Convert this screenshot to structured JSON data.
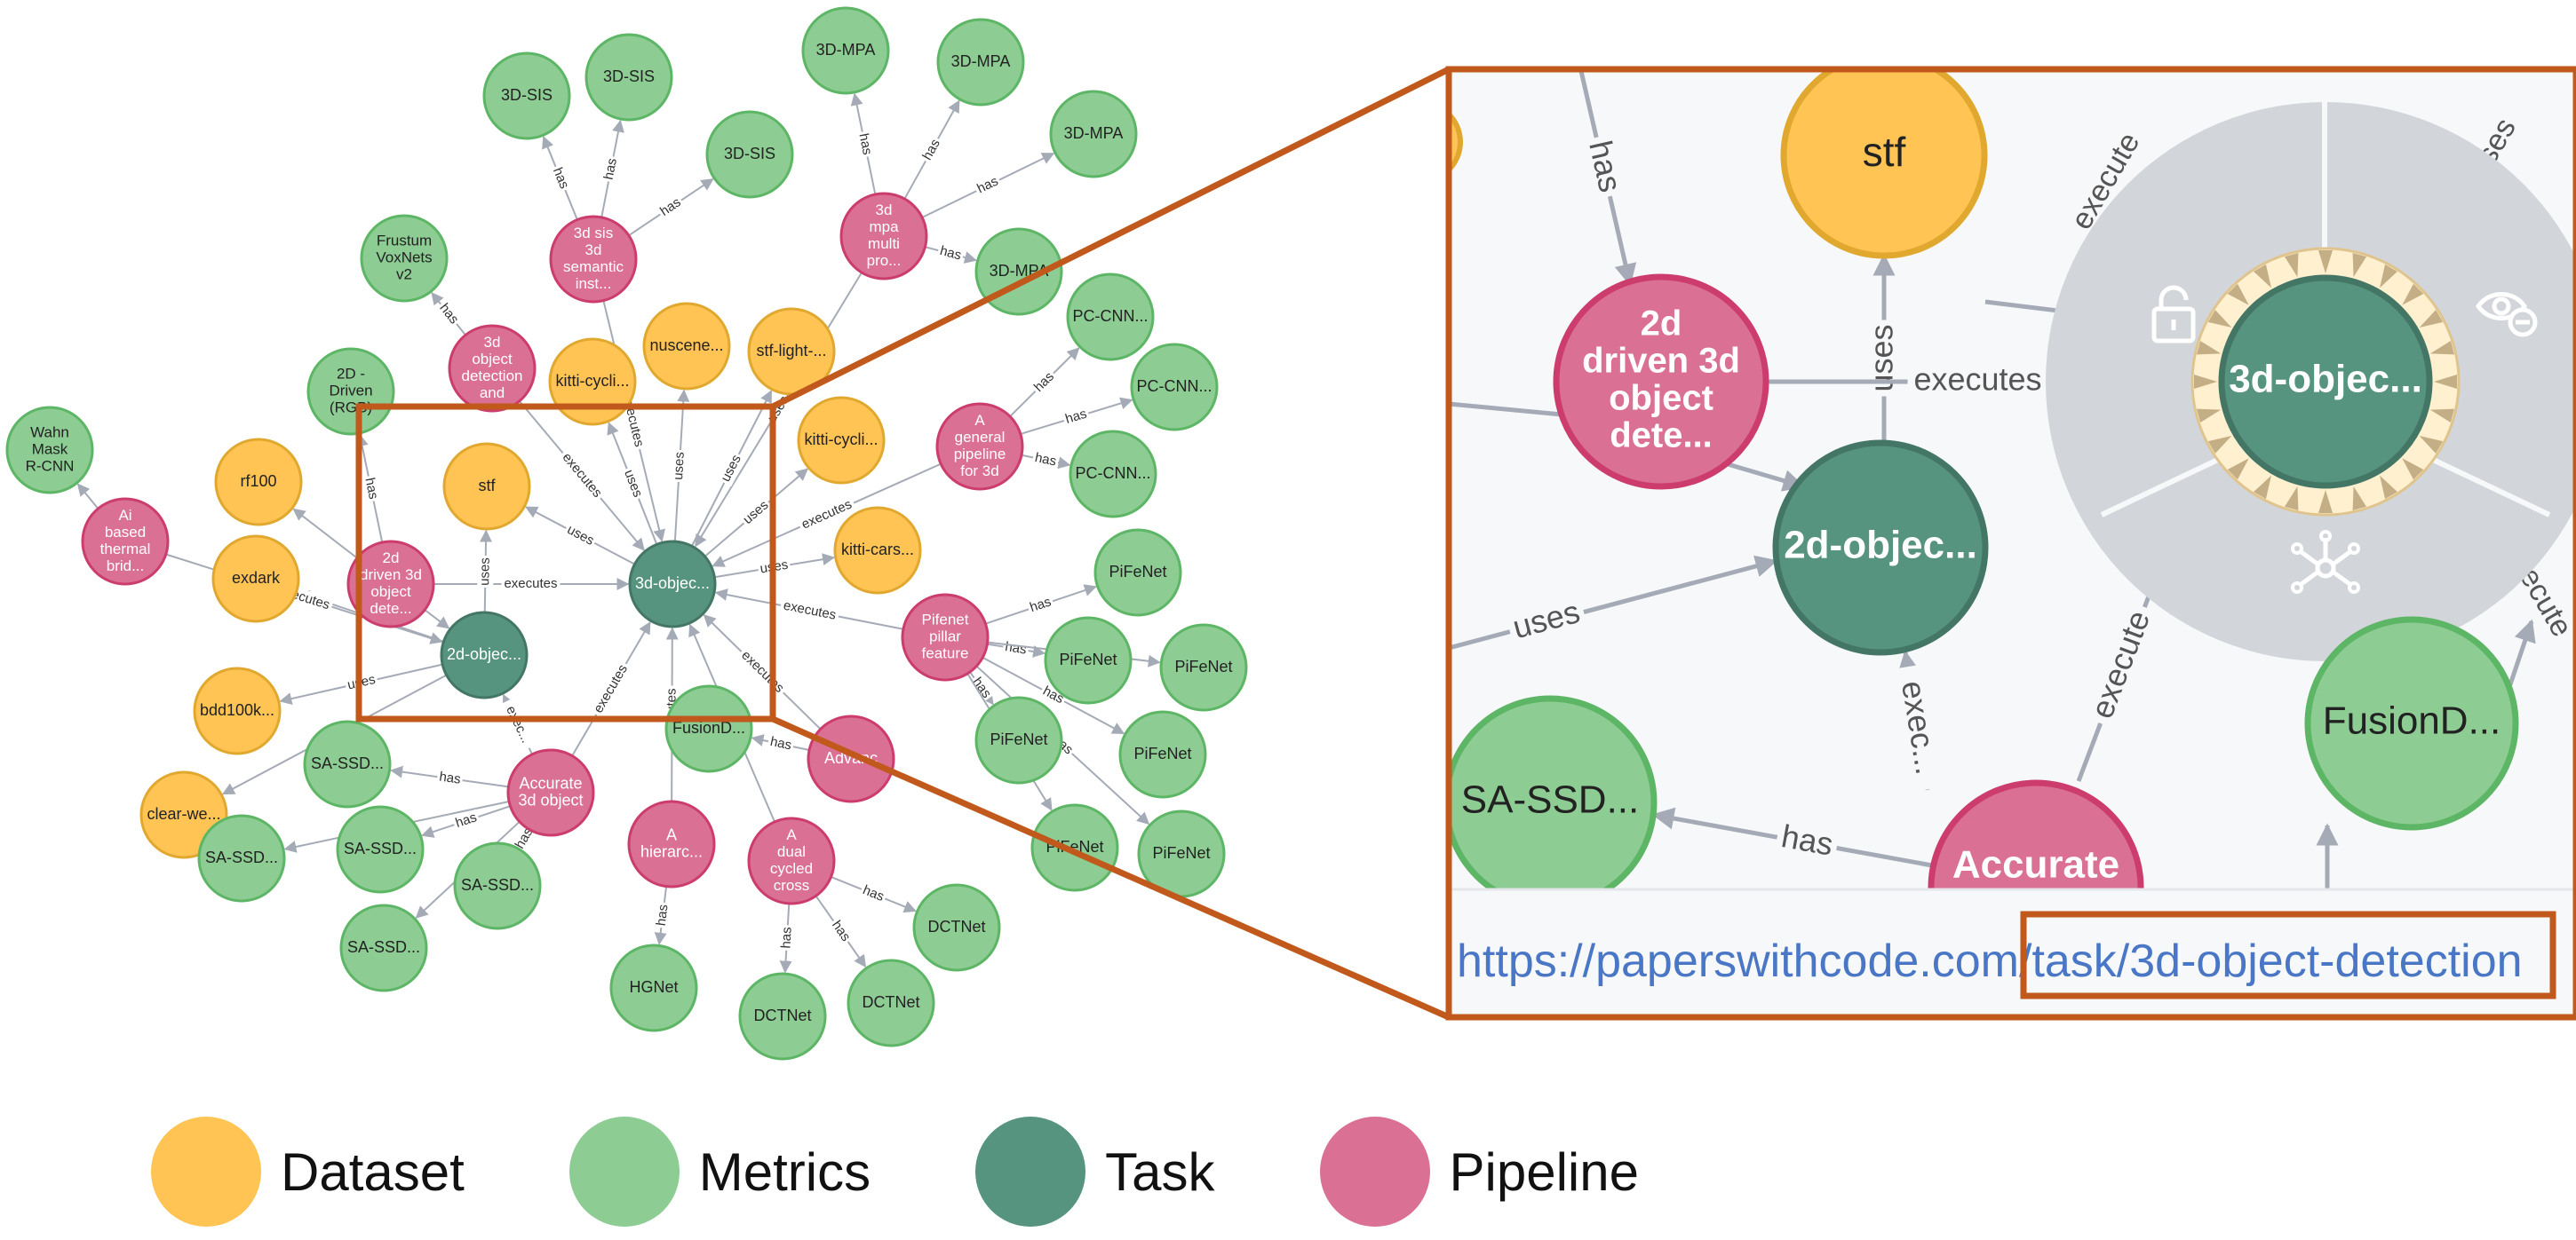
{
  "colors": {
    "dataset": "#FFC454",
    "dataset_stroke": "#E0A82E",
    "metrics": "#8DCC93",
    "metrics_stroke": "#5DB665",
    "task": "#569480",
    "task_stroke": "#447666",
    "pipeline": "#DA7194",
    "pipeline_stroke": "#CC3C6C",
    "highlight": "#C0591B",
    "edge": "#A5ABB6",
    "url": "#4A77C5",
    "menu": "#D2D5DA"
  },
  "legend": [
    {
      "type": "dataset",
      "label": "Dataset"
    },
    {
      "type": "metrics",
      "label": "Metrics"
    },
    {
      "type": "task",
      "label": "Task"
    },
    {
      "type": "pipeline",
      "label": "Pipeline"
    }
  ],
  "graph": {
    "nodes": [
      {
        "id": "task3d",
        "type": "task",
        "lines": [
          "3d-objec..."
        ]
      },
      {
        "id": "task2d",
        "type": "task",
        "lines": [
          "2d-objec..."
        ]
      },
      {
        "id": "stf",
        "type": "dataset",
        "lines": [
          "stf"
        ]
      },
      {
        "id": "kitticyc1",
        "type": "dataset",
        "lines": [
          "kitti-cycli..."
        ]
      },
      {
        "id": "nuscene",
        "type": "dataset",
        "lines": [
          "nuscene..."
        ]
      },
      {
        "id": "stflight",
        "type": "dataset",
        "lines": [
          "stf-light-..."
        ]
      },
      {
        "id": "kitticyc2",
        "type": "dataset",
        "lines": [
          "kitti-cycli..."
        ]
      },
      {
        "id": "kitticars",
        "type": "dataset",
        "lines": [
          "kitti-cars..."
        ]
      },
      {
        "id": "rf100",
        "type": "dataset",
        "lines": [
          "rf100"
        ]
      },
      {
        "id": "exdark",
        "type": "dataset",
        "lines": [
          "exdark"
        ]
      },
      {
        "id": "bdd100k",
        "type": "dataset",
        "lines": [
          "bdd100k..."
        ]
      },
      {
        "id": "clearwe",
        "type": "dataset",
        "lines": [
          "clear-we..."
        ]
      },
      {
        "id": "p3dsis",
        "type": "pipeline",
        "lines": [
          "3d sis",
          "3d",
          "semantic",
          "inst..."
        ]
      },
      {
        "id": "p3dmpa",
        "type": "pipeline",
        "lines": [
          "3d",
          "mpa",
          "multi",
          "pro..."
        ]
      },
      {
        "id": "p3dod",
        "type": "pipeline",
        "lines": [
          "3d",
          "object",
          "detection",
          "and"
        ]
      },
      {
        "id": "pgeneral",
        "type": "pipeline",
        "lines": [
          "A",
          "general",
          "pipeline",
          "for 3d"
        ]
      },
      {
        "id": "ppifenet",
        "type": "pipeline",
        "lines": [
          "Pifenet",
          "pillar",
          "feature"
        ]
      },
      {
        "id": "p2ddriven",
        "type": "pipeline",
        "lines": [
          "2d",
          "driven 3d",
          "object",
          "dete..."
        ]
      },
      {
        "id": "paccurate",
        "type": "pipeline",
        "lines": [
          "Accurate",
          "3d object"
        ]
      },
      {
        "id": "pai",
        "type": "pipeline",
        "lines": [
          "Ai",
          "based",
          "thermal",
          "brid..."
        ]
      },
      {
        "id": "padvanc",
        "type": "pipeline",
        "lines": [
          "Advanc"
        ]
      },
      {
        "id": "phierarc",
        "type": "pipeline",
        "lines": [
          "A",
          "hierarc..."
        ]
      },
      {
        "id": "pdual",
        "type": "pipeline",
        "lines": [
          "A",
          "dual",
          "cycled",
          "cross"
        ]
      },
      {
        "id": "msis1",
        "type": "metrics",
        "lines": [
          "3D-SIS"
        ]
      },
      {
        "id": "msis2",
        "type": "metrics",
        "lines": [
          "3D-SIS"
        ]
      },
      {
        "id": "msis3",
        "type": "metrics",
        "lines": [
          "3D-SIS"
        ]
      },
      {
        "id": "mmpa1",
        "type": "metrics",
        "lines": [
          "3D-MPA"
        ]
      },
      {
        "id": "mmpa2",
        "type": "metrics",
        "lines": [
          "3D-MPA"
        ]
      },
      {
        "id": "mmpa3",
        "type": "metrics",
        "lines": [
          "3D-MPA"
        ]
      },
      {
        "id": "mmpa4",
        "type": "metrics",
        "lines": [
          "3D-MPA"
        ]
      },
      {
        "id": "mfrustum",
        "type": "metrics",
        "lines": [
          "Frustum",
          "VoxNets",
          "v2"
        ]
      },
      {
        "id": "m2ddriven",
        "type": "metrics",
        "lines": [
          "2D -",
          "Driven",
          "(RGB)"
        ]
      },
      {
        "id": "mwahn",
        "type": "metrics",
        "lines": [
          "Wahn",
          "Mask",
          "R-CNN"
        ]
      },
      {
        "id": "mpc1",
        "type": "metrics",
        "lines": [
          "PC-CNN..."
        ]
      },
      {
        "id": "mpc2",
        "type": "metrics",
        "lines": [
          "PC-CNN..."
        ]
      },
      {
        "id": "mpc3",
        "type": "metrics",
        "lines": [
          "PC-CNN..."
        ]
      },
      {
        "id": "mpife1",
        "type": "metrics",
        "lines": [
          "PiFeNet"
        ]
      },
      {
        "id": "mpife2",
        "type": "metrics",
        "lines": [
          "PiFeNet"
        ]
      },
      {
        "id": "mpife3",
        "type": "metrics",
        "lines": [
          "PiFeNet"
        ]
      },
      {
        "id": "mpife4",
        "type": "metrics",
        "lines": [
          "PiFeNet"
        ]
      },
      {
        "id": "mpife5",
        "type": "metrics",
        "lines": [
          "PiFeNet"
        ]
      },
      {
        "id": "mpife6",
        "type": "metrics",
        "lines": [
          "PiFeNet"
        ]
      },
      {
        "id": "mpife7",
        "type": "metrics",
        "lines": [
          "PiFeNet"
        ]
      },
      {
        "id": "mfusion",
        "type": "metrics",
        "lines": [
          "FusionD..."
        ]
      },
      {
        "id": "mssd1",
        "type": "metrics",
        "lines": [
          "SA-SSD..."
        ]
      },
      {
        "id": "mssd2",
        "type": "metrics",
        "lines": [
          "SA-SSD..."
        ]
      },
      {
        "id": "mssd3",
        "type": "metrics",
        "lines": [
          "SA-SSD..."
        ]
      },
      {
        "id": "mssd4",
        "type": "metrics",
        "lines": [
          "SA-SSD..."
        ]
      },
      {
        "id": "mssd5",
        "type": "metrics",
        "lines": [
          "SA-SSD..."
        ]
      },
      {
        "id": "mhgnet",
        "type": "metrics",
        "lines": [
          "HGNet"
        ]
      },
      {
        "id": "mdct1",
        "type": "metrics",
        "lines": [
          "DCTNet"
        ]
      },
      {
        "id": "mdct2",
        "type": "metrics",
        "lines": [
          "DCTNet"
        ]
      },
      {
        "id": "mdct3",
        "type": "metrics",
        "lines": [
          "DCTNet"
        ]
      }
    ],
    "edges": [
      {
        "from": "p3dsis",
        "to": "msis1",
        "label": "has"
      },
      {
        "from": "p3dsis",
        "to": "msis2",
        "label": "has"
      },
      {
        "from": "p3dsis",
        "to": "msis3",
        "label": "has"
      },
      {
        "from": "p3dmpa",
        "to": "mmpa1",
        "label": "has"
      },
      {
        "from": "p3dmpa",
        "to": "mmpa2",
        "label": "has"
      },
      {
        "from": "p3dmpa",
        "to": "mmpa3",
        "label": "has"
      },
      {
        "from": "p3dmpa",
        "to": "mmpa4",
        "label": "has"
      },
      {
        "from": "p3dod",
        "to": "mfrustum",
        "label": "has"
      },
      {
        "from": "p3dsis",
        "to": "task3d",
        "label": "executes"
      },
      {
        "from": "p3dmpa",
        "to": "task3d",
        "label": "uses"
      },
      {
        "from": "p3dod",
        "to": "task3d",
        "label": "executes"
      },
      {
        "from": "task3d",
        "to": "kitticyc1",
        "label": "uses"
      },
      {
        "from": "task3d",
        "to": "nuscene",
        "label": "uses"
      },
      {
        "from": "task3d",
        "to": "stflight",
        "label": "uses"
      },
      {
        "from": "task3d",
        "to": "kitticyc2",
        "label": "uses"
      },
      {
        "from": "task3d",
        "to": "kitticars",
        "label": "uses"
      },
      {
        "from": "task3d",
        "to": "stf",
        "label": "uses"
      },
      {
        "from": "pgeneral",
        "to": "task3d",
        "label": "executes"
      },
      {
        "from": "pgeneral",
        "to": "mpc1",
        "label": "has"
      },
      {
        "from": "pgeneral",
        "to": "mpc2",
        "label": "has"
      },
      {
        "from": "pgeneral",
        "to": "mpc3",
        "label": "has"
      },
      {
        "from": "ppifenet",
        "to": "task3d",
        "label": "executes"
      },
      {
        "from": "ppifenet",
        "to": "mpife1",
        "label": "has"
      },
      {
        "from": "ppifenet",
        "to": "mpife2",
        "label": "has"
      },
      {
        "from": "ppifenet",
        "to": "mpife3",
        "label": "has"
      },
      {
        "from": "ppifenet",
        "to": "mpife4",
        "label": "has"
      },
      {
        "from": "ppifenet",
        "to": "mpife5",
        "label": "has"
      },
      {
        "from": "ppifenet",
        "to": "mpife6",
        "label": "has"
      },
      {
        "from": "ppifenet",
        "to": "mpife7",
        "label": "has"
      },
      {
        "from": "p2ddriven",
        "to": "task3d",
        "label": "executes"
      },
      {
        "from": "p2ddriven",
        "to": "m2ddriven",
        "label": "has"
      },
      {
        "from": "p2ddriven",
        "to": "rf100",
        "label": ""
      },
      {
        "from": "p2ddriven",
        "to": "task2d",
        "label": ""
      },
      {
        "from": "task2d",
        "to": "stf",
        "label": "uses"
      },
      {
        "from": "task2d",
        "to": "exdark",
        "label": "uses"
      },
      {
        "from": "task2d",
        "to": "bdd100k",
        "label": "uses"
      },
      {
        "from": "task2d",
        "to": "clearwe",
        "label": ""
      },
      {
        "from": "pai",
        "to": "mwahn",
        "label": ""
      },
      {
        "from": "pai",
        "to": "task2d",
        "label": "executes"
      },
      {
        "from": "paccurate",
        "to": "task3d",
        "label": "executes"
      },
      {
        "from": "paccurate",
        "to": "task2d",
        "label": "exec..."
      },
      {
        "from": "paccurate",
        "to": "mssd1",
        "label": "has"
      },
      {
        "from": "paccurate",
        "to": "mssd2",
        "label": "has"
      },
      {
        "from": "paccurate",
        "to": "mssd3",
        "label": "has"
      },
      {
        "from": "paccurate",
        "to": "mssd4",
        "label": "has"
      },
      {
        "from": "paccurate",
        "to": "mssd5",
        "label": "has"
      },
      {
        "from": "padvanc",
        "to": "mfusion",
        "label": "has"
      },
      {
        "from": "padvanc",
        "to": "task3d",
        "label": "executes"
      },
      {
        "from": "phierarc",
        "to": "task3d",
        "label": "executes"
      },
      {
        "from": "phierarc",
        "to": "mhgnet",
        "label": "has"
      },
      {
        "from": "pdual",
        "to": "task3d",
        "label": "executes"
      },
      {
        "from": "pdual",
        "to": "mdct1",
        "label": "has"
      },
      {
        "from": "pdual",
        "to": "mdct2",
        "label": "has"
      },
      {
        "from": "pdual",
        "to": "mdct3",
        "label": "has"
      }
    ]
  },
  "zoom": {
    "nodes": [
      {
        "id": "z_stf",
        "type": "dataset",
        "lines": [
          "stf"
        ]
      },
      {
        "id": "z_2ddriven",
        "type": "pipeline",
        "lines": [
          "2d",
          "driven 3d",
          "object",
          "dete..."
        ]
      },
      {
        "id": "z_task2d",
        "type": "task",
        "lines": [
          "2d-objec..."
        ]
      },
      {
        "id": "z_task3d",
        "type": "task",
        "lines": [
          "3d-objec..."
        ]
      },
      {
        "id": "z_ssd",
        "type": "metrics",
        "lines": [
          "SA-SSD..."
        ]
      },
      {
        "id": "z_accurate",
        "type": "pipeline",
        "lines": [
          "Accurate",
          "3d object"
        ]
      },
      {
        "id": "z_fusion",
        "type": "metrics",
        "lines": [
          "FusionD..."
        ]
      }
    ],
    "edge_labels": [
      "has",
      "uses",
      "executes",
      "uses",
      "has",
      "exec...",
      "execute",
      "uses",
      "execute",
      "ses",
      "xecute"
    ],
    "menu_icons": [
      "unlock-icon",
      "hide-icon",
      "expand-icon"
    ],
    "url_prefix": "https://paperswithcode.com/",
    "url_highlight": "task/3d-object-detection"
  }
}
